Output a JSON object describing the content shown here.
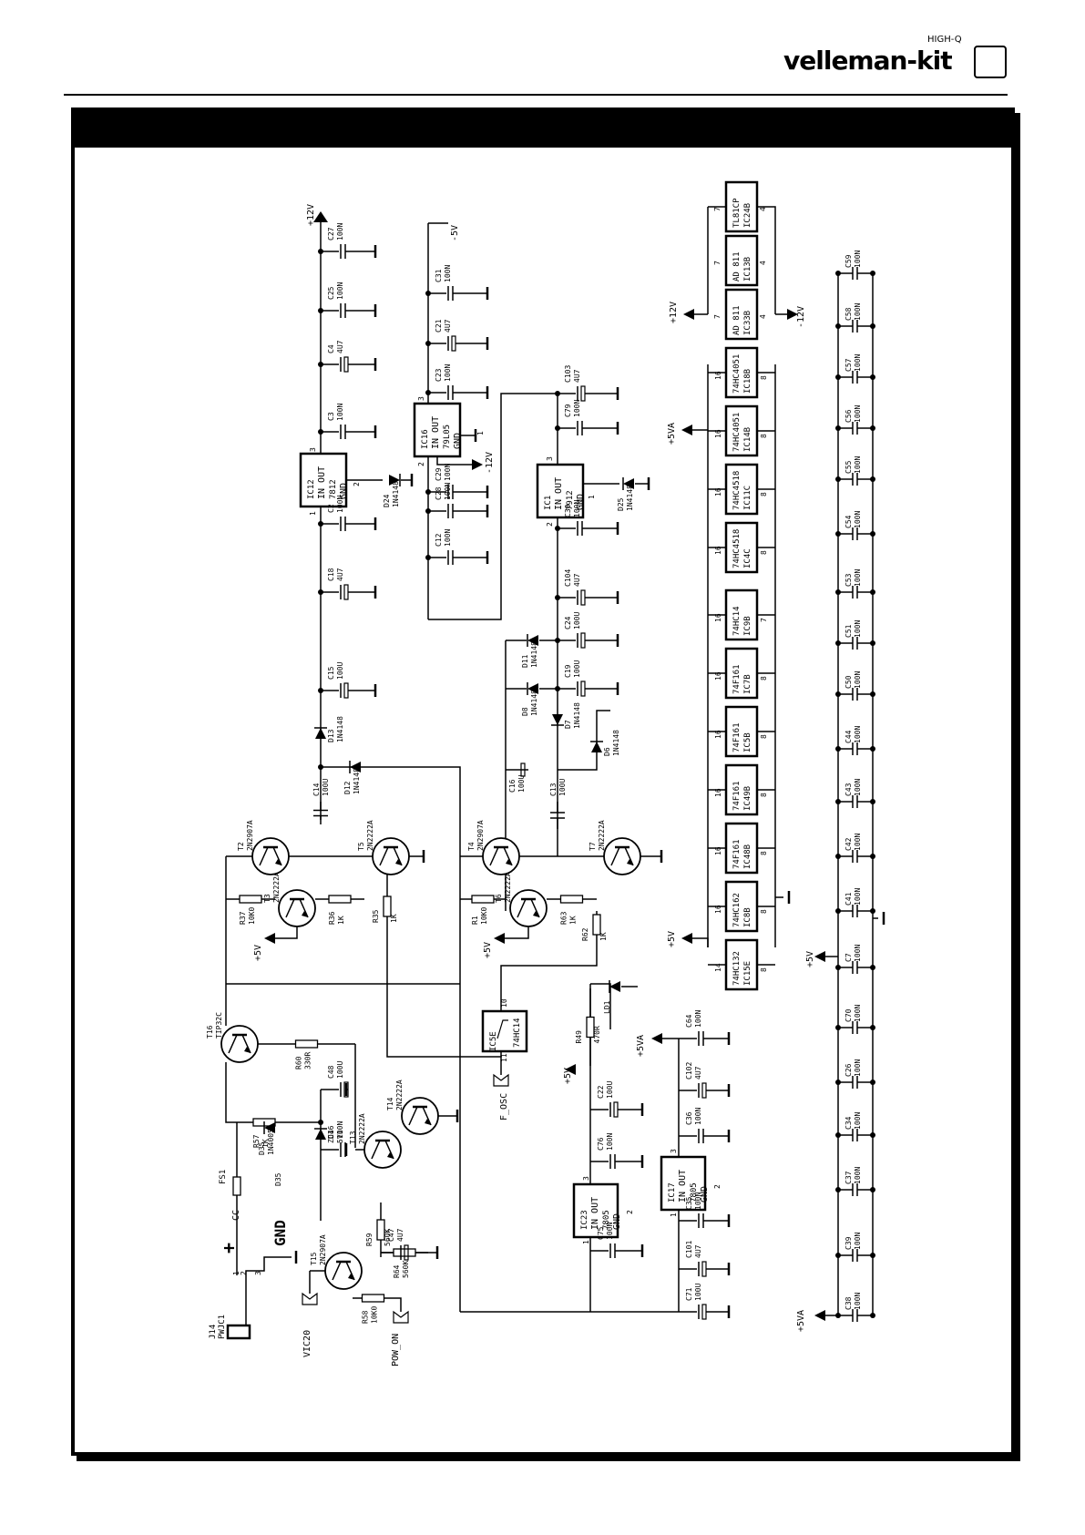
{
  "brand": {
    "name": "velleman-kit",
    "tagline": "HIGH-Q"
  },
  "power_labels": {
    "p12v_top": "+12V",
    "m5v_top": "-5V",
    "m12v_ic16": "-12V",
    "p12v_opamp": "+12V",
    "m12v_opamp": "-12V",
    "p5va_mid": "+5VA",
    "p5v_logic": "+5V",
    "p5v_caps": "+5V",
    "p5va_caps": "+5VA",
    "p5v_t3": "+5V",
    "p5v_t6": "+5V",
    "p5v_reg": "+5V",
    "p5va_reg": "+5VA"
  },
  "regulators": [
    {
      "ref": "IC12",
      "type": "7812",
      "io": "IN OUT",
      "gnd": "GND"
    },
    {
      "ref": "IC16",
      "type": "79L05",
      "io": "IN OUT",
      "gnd": "GND"
    },
    {
      "ref": "IC1",
      "type": "7912",
      "io": "IN OUT",
      "gnd": "GND"
    },
    {
      "ref": "IC23",
      "type": "7805",
      "io": "IN OUT",
      "gnd": "GND"
    },
    {
      "ref": "IC17",
      "type": "7805",
      "io": "IN OUT",
      "gnd": "GND"
    }
  ],
  "opamps": [
    {
      "ref": "IC24B",
      "type": "TL81CP"
    },
    {
      "ref": "IC13B",
      "type": "AD 811"
    },
    {
      "ref": "IC33B",
      "type": "AD 811"
    }
  ],
  "logic_ics": [
    {
      "ref": "IC18B",
      "type": "74HC4051"
    },
    {
      "ref": "IC14B",
      "type": "74HC4051"
    },
    {
      "ref": "IC11C",
      "type": "74HC4518"
    },
    {
      "ref": "IC4C",
      "type": "74HC4518"
    },
    {
      "ref": "IC9B",
      "type": "74HC14"
    },
    {
      "ref": "IC7B",
      "type": "74F161"
    },
    {
      "ref": "IC5B",
      "type": "74F161"
    },
    {
      "ref": "IC49B",
      "type": "74F161"
    },
    {
      "ref": "IC48B",
      "type": "74F161"
    },
    {
      "ref": "IC8B",
      "type": "74HC162"
    },
    {
      "ref": "IC15E",
      "type": "74HC132"
    }
  ],
  "decoupling_caps": [
    {
      "ref": "C59",
      "val": "100N"
    },
    {
      "ref": "C58",
      "val": "100N"
    },
    {
      "ref": "C57",
      "val": "100N"
    },
    {
      "ref": "C56",
      "val": "100N"
    },
    {
      "ref": "C55",
      "val": "100N"
    },
    {
      "ref": "C54",
      "val": "100N"
    },
    {
      "ref": "C53",
      "val": "100N"
    },
    {
      "ref": "C51",
      "val": "100N"
    },
    {
      "ref": "C50",
      "val": "100N"
    },
    {
      "ref": "C44",
      "val": "100N"
    },
    {
      "ref": "C43",
      "val": "100N"
    },
    {
      "ref": "C42",
      "val": "100N"
    },
    {
      "ref": "C41",
      "val": "100N"
    },
    {
      "ref": "C7",
      "val": "100N"
    },
    {
      "ref": "C70",
      "val": "100N"
    },
    {
      "ref": "C26",
      "val": "100N"
    },
    {
      "ref": "C34",
      "val": "100N"
    },
    {
      "ref": "C37",
      "val": "100N"
    },
    {
      "ref": "C39",
      "val": "100N"
    },
    {
      "ref": "C38",
      "val": "100N"
    }
  ],
  "rail_12v_caps": [
    {
      "ref": "C27",
      "val": "100N"
    },
    {
      "ref": "C25",
      "val": "100N"
    },
    {
      "ref": "C4",
      "val": "4U7"
    },
    {
      "ref": "C3",
      "val": "100N"
    },
    {
      "ref": "C2",
      "val": "100N"
    },
    {
      "ref": "C18",
      "val": "4U7"
    },
    {
      "ref": "C15",
      "val": "100U"
    }
  ],
  "rail_m5v_caps": [
    {
      "ref": "C31",
      "val": "100N"
    },
    {
      "ref": "C21",
      "val": "4U7"
    },
    {
      "ref": "C23",
      "val": "100N"
    },
    {
      "ref": "C29",
      "val": "100N"
    },
    {
      "ref": "C28",
      "val": "100N"
    },
    {
      "ref": "C12",
      "val": "100N"
    }
  ],
  "rail_m12v_caps": [
    {
      "ref": "C103",
      "val": "4U7"
    },
    {
      "ref": "C79",
      "val": "100N"
    },
    {
      "ref": "C30",
      "val": "100N"
    },
    {
      "ref": "C104",
      "val": "4U7"
    },
    {
      "ref": "C24",
      "val": "100U"
    },
    {
      "ref": "C19",
      "val": "100U"
    }
  ],
  "pump_caps": [
    {
      "ref": "C14",
      "val": "100U"
    },
    {
      "ref": "C16",
      "val": "100U"
    },
    {
      "ref": "C13",
      "val": "100U"
    }
  ],
  "diodes": [
    {
      "ref": "D24",
      "val": "1N4148"
    },
    {
      "ref": "D25",
      "val": "1N4148"
    },
    {
      "ref": "D11",
      "val": "1N4148"
    },
    {
      "ref": "D8",
      "val": "1N4148"
    },
    {
      "ref": "D7",
      "val": "1N4148"
    },
    {
      "ref": "D6",
      "val": "1N4148"
    },
    {
      "ref": "D13",
      "val": "1N4148"
    },
    {
      "ref": "D12",
      "val": "1N4148"
    },
    {
      "ref": "D35",
      "val": "1N4005"
    },
    {
      "ref": "ZD1",
      "val": "5V1"
    }
  ],
  "transistors": [
    {
      "ref": "T2",
      "val": "2N2907A"
    },
    {
      "ref": "T5",
      "val": "2N2222A"
    },
    {
      "ref": "T3",
      "val": "2N2222A"
    },
    {
      "ref": "T4",
      "val": "2N2907A"
    },
    {
      "ref": "T7",
      "val": "2N2222A"
    },
    {
      "ref": "T6",
      "val": "2N2222A"
    },
    {
      "ref": "T16",
      "val": "TIP32C"
    },
    {
      "ref": "T14",
      "val": "2N2222A"
    },
    {
      "ref": "T13",
      "val": "2N2222A"
    },
    {
      "ref": "T15",
      "val": "2N2907A"
    }
  ],
  "resistors": [
    {
      "ref": "R37",
      "val": "10K0"
    },
    {
      "ref": "R36",
      "val": "1K"
    },
    {
      "ref": "R35",
      "val": "1K"
    },
    {
      "ref": "R1",
      "val": "10K0"
    },
    {
      "ref": "R63",
      "val": "1K"
    },
    {
      "ref": "R62",
      "val": "1K"
    },
    {
      "ref": "R60",
      "val": "330R"
    },
    {
      "ref": "R57",
      "val": "1K"
    },
    {
      "ref": "R59",
      "val": "560K"
    },
    {
      "ref": "R64",
      "val": "560K"
    },
    {
      "ref": "R58",
      "val": "10K0"
    },
    {
      "ref": "R49",
      "val": "470R"
    }
  ],
  "psu_caps": [
    {
      "ref": "C48",
      "val": "100U"
    },
    {
      "ref": "C46",
      "val": "100N"
    },
    {
      "ref": "C47",
      "val": "4U7"
    },
    {
      "ref": "C22",
      "val": "100U"
    },
    {
      "ref": "C76",
      "val": "100N"
    },
    {
      "ref": "C75",
      "val": "100N"
    },
    {
      "ref": "C64",
      "val": "100N"
    },
    {
      "ref": "C102",
      "val": "4U7"
    },
    {
      "ref": "C36",
      "val": "100N"
    },
    {
      "ref": "C35",
      "val": "100N"
    },
    {
      "ref": "C101",
      "val": "4U7"
    },
    {
      "ref": "C71",
      "val": "100U"
    }
  ],
  "misc": {
    "schmitt_ref": "IC5E",
    "schmitt_type": "74HC14",
    "led_ref": "LD1",
    "fuse_ref": "FS1",
    "connector_ref": "J14",
    "connector_type": "PWJC1",
    "net_f_osc": "F_OSC",
    "net_vic20": "VIC20",
    "net_pow_on": "POW_ON",
    "plus_sign": "+",
    "gnd_label": "GND",
    "cc_label": "CC",
    "pin_1": "1",
    "pin_2": "2",
    "pin_3": "3"
  }
}
